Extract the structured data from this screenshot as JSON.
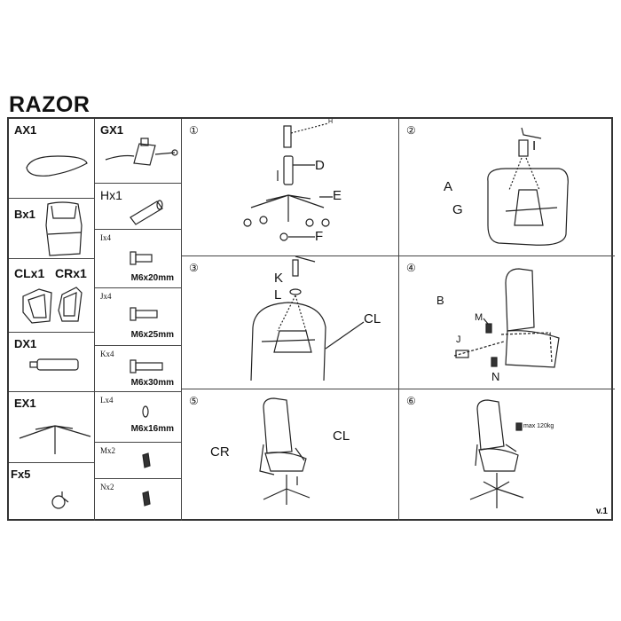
{
  "title": "RAZOR",
  "parts": [
    {
      "id": "AX1",
      "label": "AX1"
    },
    {
      "id": "BX1",
      "label": "Bx1"
    },
    {
      "id": "CLX1",
      "label": "CLx1"
    },
    {
      "id": "CRX1",
      "label": "CRx1"
    },
    {
      "id": "DX1",
      "label": "DX1"
    },
    {
      "id": "EX1",
      "label": "EX1"
    },
    {
      "id": "FX5",
      "label": "Fx5"
    },
    {
      "id": "GX1",
      "label": "GX1"
    },
    {
      "id": "HX1",
      "label": "Hx1"
    }
  ],
  "hardware": [
    {
      "label": "Ix4",
      "spec": "M6x20mm"
    },
    {
      "label": "Jx4",
      "spec": "M6x25mm"
    },
    {
      "label": "Kx4",
      "spec": "M6x30mm"
    },
    {
      "label": "Lx4",
      "spec": "M6x16mm"
    },
    {
      "label": "Mx2"
    },
    {
      "label": "Nx2"
    }
  ],
  "steps": [
    {
      "number": "①",
      "callouts": [
        "H",
        "D",
        "E",
        "F"
      ]
    },
    {
      "number": "②",
      "callouts": [
        "I",
        "A",
        "G"
      ]
    },
    {
      "number": "③",
      "callouts": [
        "K",
        "L",
        "CL"
      ]
    },
    {
      "number": "④",
      "callouts": [
        "B",
        "M",
        "J",
        "N"
      ]
    },
    {
      "number": "⑤",
      "callouts": [
        "CR",
        "CL"
      ]
    },
    {
      "number": "⑥",
      "callouts": [],
      "max_load": "max 120kg"
    }
  ],
  "version": "v.1"
}
